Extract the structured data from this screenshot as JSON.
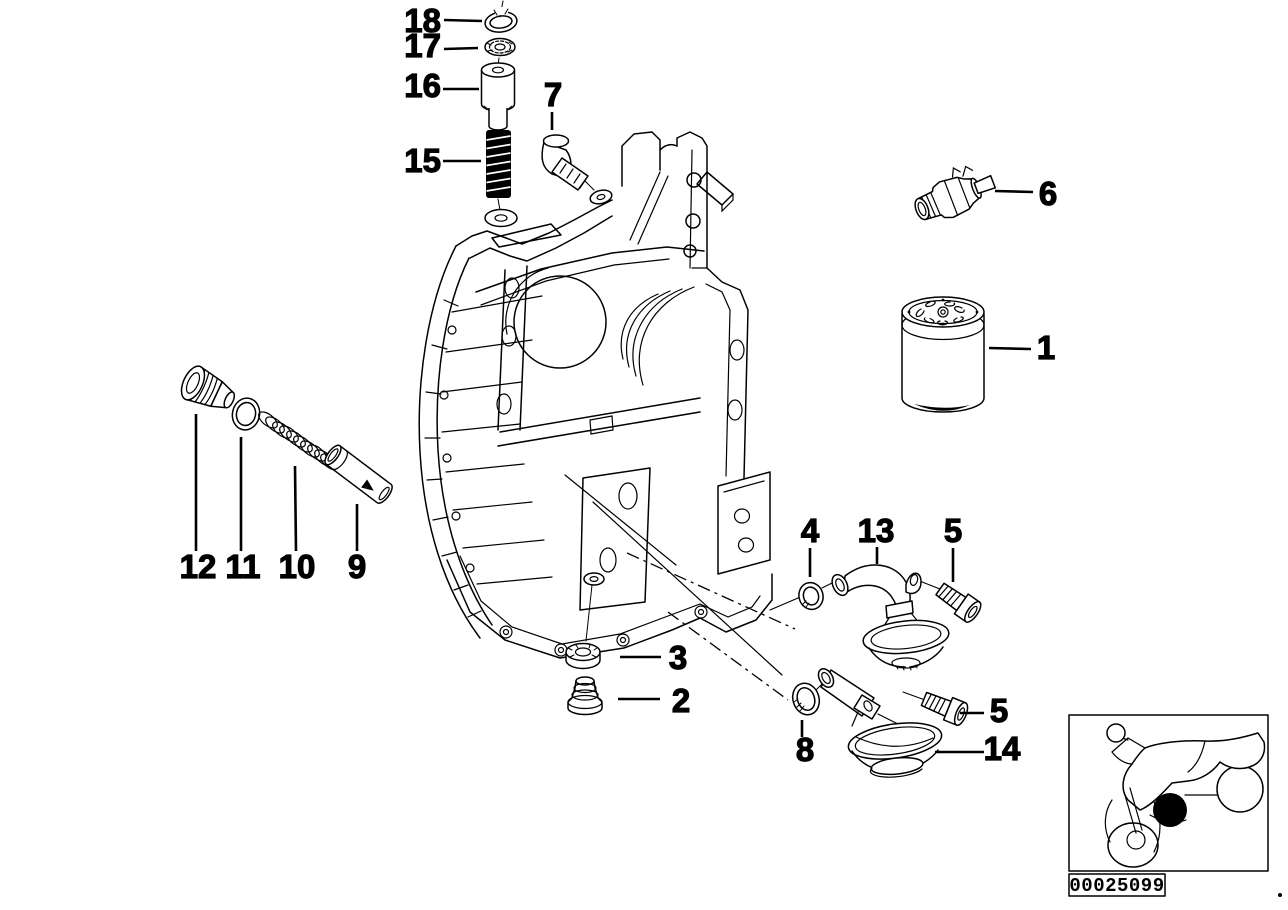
{
  "page": {
    "background_color": "#ffffff",
    "line_color": "#000000"
  },
  "callouts": {
    "n1": "1",
    "n2": "2",
    "n3": "3",
    "n4": "4",
    "n5a": "5",
    "n5b": "5",
    "n6": "6",
    "n7": "7",
    "n8": "8",
    "n9": "9",
    "n10": "10",
    "n11": "11",
    "n12": "12",
    "n13": "13",
    "n14": "14",
    "n15": "15",
    "n16": "16",
    "n17": "17",
    "n18": "18"
  },
  "footer": {
    "image_number": "00025099"
  },
  "icons": {
    "vehicle_thumbnail": "motorcycle-icon"
  }
}
